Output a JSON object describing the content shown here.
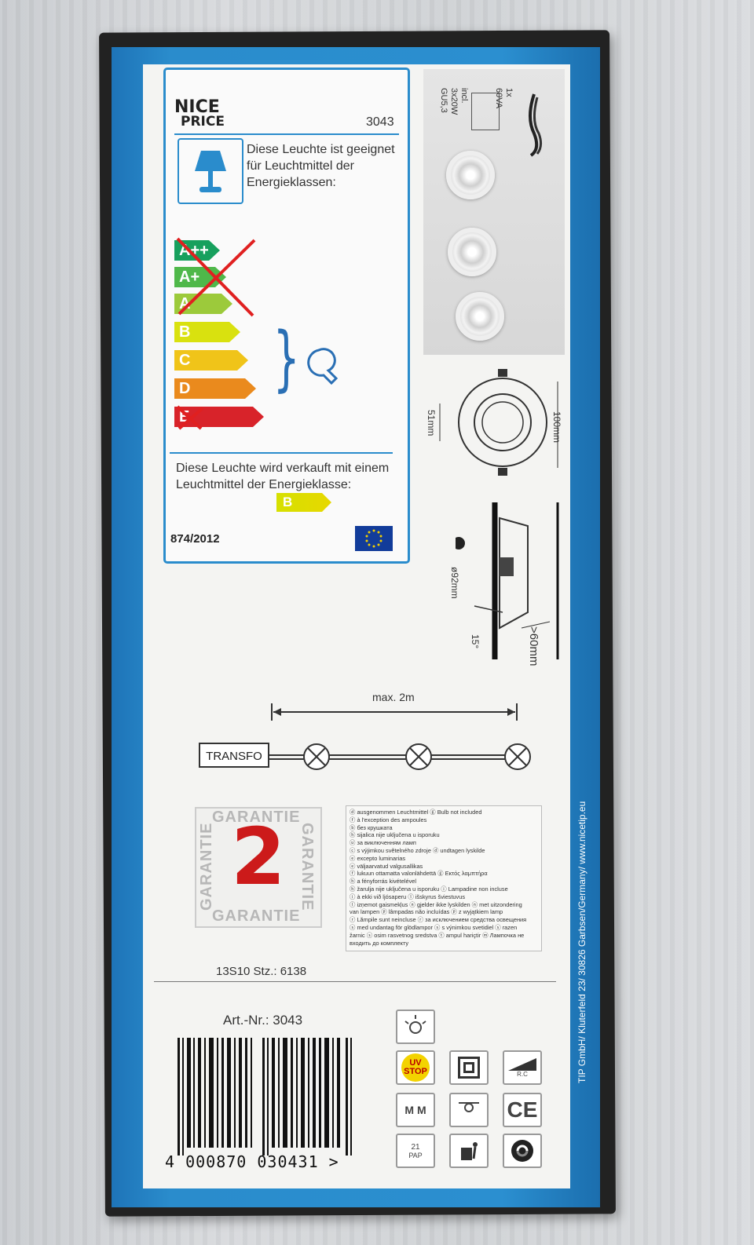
{
  "label": {
    "brand_line1": "NICE",
    "brand_line2": "PRICE",
    "model_number": "3043",
    "suitable_text": "Diese Leuchte ist geeignet für Leuchtmittel der Energieklassen:",
    "energy_classes": [
      "A++",
      "A+",
      "A",
      "B",
      "C",
      "D",
      "E"
    ],
    "sold_with_text": "Diese Leuchte wird verkauft mit einem Leuchtmittel der Energieklasse:",
    "sold_with_class": "B",
    "regulation": "874/2012"
  },
  "product_photo": {
    "spec_qty": "1x",
    "spec_va": "60VA",
    "spec_incl": "incl.",
    "spec_bulbs": "3x20W",
    "spec_socket": "GU5,3"
  },
  "drawings": {
    "dim_width": "100mm",
    "dim_height": "51mm",
    "dim_cutout": "ø92mm",
    "dim_angle": "15°",
    "dim_depth": ">60mm",
    "max_length": "max. 2m",
    "transformer": "TRANSFO"
  },
  "guarantee": {
    "word": "GARANTIE",
    "years": "2"
  },
  "bulb_note_lines": [
    "ⓓ ausgenommen Leuchtmittel ⓖ Bulb not included",
    "ⓕ à l'exception des ampoules",
    "ⓑ без крушката",
    "ⓗ sijalica nije uključena u isporuku",
    "ⓤ за виключенням ламп",
    "ⓒ s výjimkou světelného zdroje ⓓ undtagen lyskilde",
    "ⓔ excepto luminarias",
    "ⓔ väljaarvatud valgusallikas",
    "ⓕ lukuun ottamatta valonlähdettä ⓖ Εκτός λαμπτήρα",
    "ⓗ a fényforrás kivételével",
    "ⓗ žarulja nije uključena u isporuku ⓘ Lampadine non incluse",
    "ⓘ à ekki við ljósaperu ⓛ išskyrus šviestuvus",
    "ⓛ izņemot gaismekļus ⓝ gjelder ikke lyskilden ⓝ met uitzondering",
    "van lampen ⓟ lâmpadas não incluídas ⓟ z wyjątkiem lamp",
    "ⓡ Lămpile sunt neincluse ⓡ за исключением средства освещения",
    "ⓢ med undantag för glödlampor ⓢ s výnimkou svetidiel ⓢ razen",
    "žarnic ⓢ osim rasvetnog sredstva ⓣ ampul hariçtir ⓜ Лампочка не",
    "входить до комплекту"
  ],
  "footer": {
    "stz_code": "13S10 Stz.: 6138",
    "article_number": "Art.-Nr.: 3043",
    "barcode_digits": "4 000870 030431 >",
    "address": "TIP GmbH/ Kluterfeld 23/ 30826 Garbsen/Germany/ www.nicetip.eu"
  },
  "icons": {
    "uv_line1": "UV",
    "uv_line2": "STOP",
    "rc_label": "R.C",
    "ce_label": "CE",
    "recycle_code": "21",
    "recycle_material": "PAP",
    "mm_label": "M M"
  },
  "colors": {
    "box_blue": "#2a8ccc",
    "class_a_plus_plus": "#17a05d",
    "class_a_plus": "#4fb84a",
    "class_a": "#9cca3b",
    "class_b": "#d9e10f",
    "class_c": "#f0c419",
    "class_d": "#ea8a1d",
    "class_e": "#d8232a",
    "garantie_red": "#cc1a1a"
  }
}
